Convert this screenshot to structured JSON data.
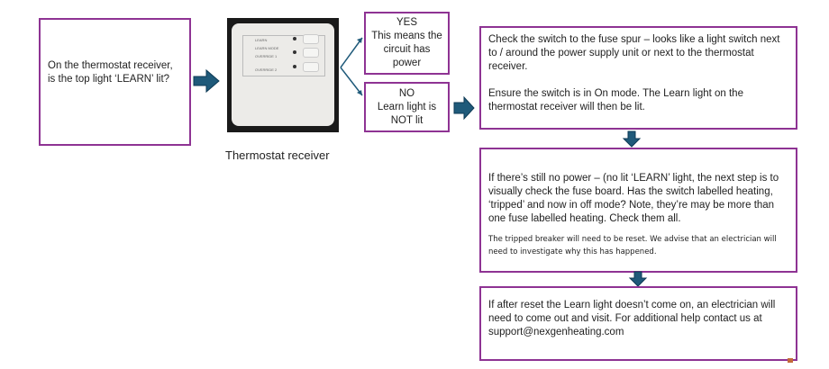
{
  "question_box": {
    "text": "On the thermostat receiver, is the top light ‘LEARN’ lit?"
  },
  "thermostat": {
    "caption": "Thermostat receiver",
    "labels": [
      "LEARN",
      "LEARN MODE",
      "OVERRIDE 1",
      "OVERRIDE 2"
    ],
    "side_label": "LEARN MODE"
  },
  "yes_box": {
    "line1": "YES",
    "line2": "This means the circuit has power"
  },
  "no_box": {
    "line1": "NO",
    "line2": "Learn light is NOT lit"
  },
  "step1": {
    "para1": "Check the switch to the fuse spur – looks like a light switch next to / around the power supply unit or next to the thermostat receiver.",
    "para2": "Ensure the switch is in On mode. The Learn light on the thermostat receiver will then be lit."
  },
  "step2": {
    "para1": "If there’s still no power – (no lit ‘LEARN’ light, the next step is to visually check the fuse board. Has the switch labelled heating, ‘tripped’ and now in off mode?  Note, they’re may be more than one fuse  labelled heating. Check them all.",
    "para2": "The tripped breaker will need to be reset. We advise that an electrician will need to investigate why this has happened."
  },
  "step3": {
    "para1": "If after reset the Learn light doesn’t come on, an electrician will need to come out and visit. For additional help contact us at support@nexgenheating.com"
  },
  "colors": {
    "border": "#8e3393",
    "arrow": "#1f5a7a"
  }
}
